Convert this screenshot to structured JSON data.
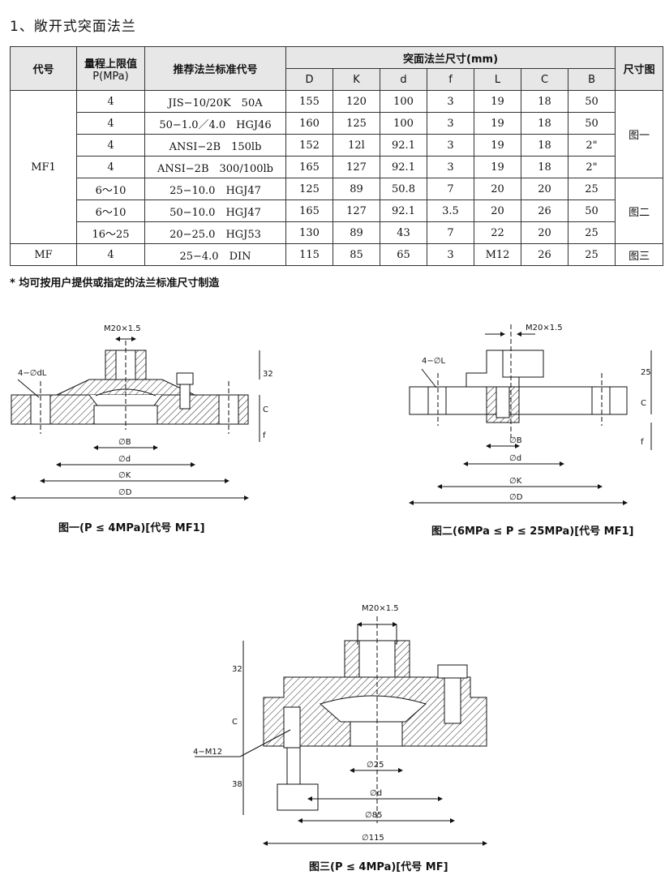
{
  "title": "1、敞开式突面法兰",
  "table": {
    "headers": {
      "code": "代号",
      "range": "量程上限值",
      "range_unit": "P(MPa)",
      "flange_std": "推荐法兰标准代号",
      "dims_group": "突面法兰尺寸(mm)",
      "size_fig": "尺寸图",
      "cols": [
        "D",
        "K",
        "d",
        "f",
        "L",
        "C",
        "B"
      ]
    },
    "groups": [
      {
        "code": "MF1",
        "fig": "图一",
        "rows": [
          {
            "p": "4",
            "std": "JIS−10/20K　50A",
            "v": [
              "155",
              "120",
              "100",
              "3",
              "19",
              "18",
              "50"
            ]
          },
          {
            "p": "4",
            "std": "50−1.0／4.0　HGJ46",
            "v": [
              "160",
              "125",
              "100",
              "3",
              "19",
              "18",
              "50"
            ]
          },
          {
            "p": "4",
            "std": "ANSI−2B　150lb",
            "v": [
              "152",
              "12l",
              "92.1",
              "3",
              "19",
              "18",
              "2\""
            ]
          },
          {
            "p": "4",
            "std": "ANSI−2B　300/100lb",
            "v": [
              "165",
              "127",
              "92.1",
              "3",
              "19",
              "18",
              "2\""
            ]
          }
        ]
      },
      {
        "code": "",
        "fig": "图二",
        "rows": [
          {
            "p": "6～10",
            "std": "25−10.0　HGJ47",
            "v": [
              "125",
              "89",
              "50.8",
              "7",
              "20",
              "20",
              "25"
            ]
          },
          {
            "p": "6～10",
            "std": "50−10.0　HGJ47",
            "v": [
              "165",
              "127",
              "92.1",
              "3.5",
              "20",
              "26",
              "50"
            ]
          },
          {
            "p": "16～25",
            "std": "20−25.0　HGJ53",
            "v": [
              "130",
              "89",
              "43",
              "7",
              "22",
              "20",
              "25"
            ]
          }
        ]
      },
      {
        "code": "MF",
        "fig": "图三",
        "rows": [
          {
            "p": "4",
            "std": "25−4.0　DIN",
            "v": [
              "115",
              "85",
              "65",
              "3",
              "M12",
              "26",
              "25"
            ]
          }
        ]
      }
    ]
  },
  "note": "* 均可按用户提供或指定的法兰标准尺寸制造",
  "figures": {
    "fig1": {
      "caption": "图一(P ≤ 4MPa)[代号 MF1]",
      "labels": {
        "thread": "M20×1.5",
        "holes": "4−∅dL",
        "h32": "32",
        "c": "C",
        "f": "f",
        "b": "∅B",
        "d": "∅d",
        "k": "∅K",
        "dd": "∅D"
      }
    },
    "fig2": {
      "caption": "图二(6MPa ≤ P ≤ 25MPa)[代号 MF1]",
      "labels": {
        "thread": "M20×1.5",
        "holes": "4−∅L",
        "h25": "25",
        "c": "C",
        "f": "f",
        "b": "∅B",
        "d": "∅d",
        "k": "∅K",
        "dd": "∅D"
      }
    },
    "fig3": {
      "caption": "图三(P ≤ 4MPa)[代号 MF]",
      "labels": {
        "thread": "M20×1.5",
        "bolt": "4−M12",
        "h32": "32",
        "c": "C",
        "h38": "38",
        "d25": "∅25",
        "d": "∅d",
        "d85": "∅85",
        "d115": "∅115"
      }
    }
  }
}
